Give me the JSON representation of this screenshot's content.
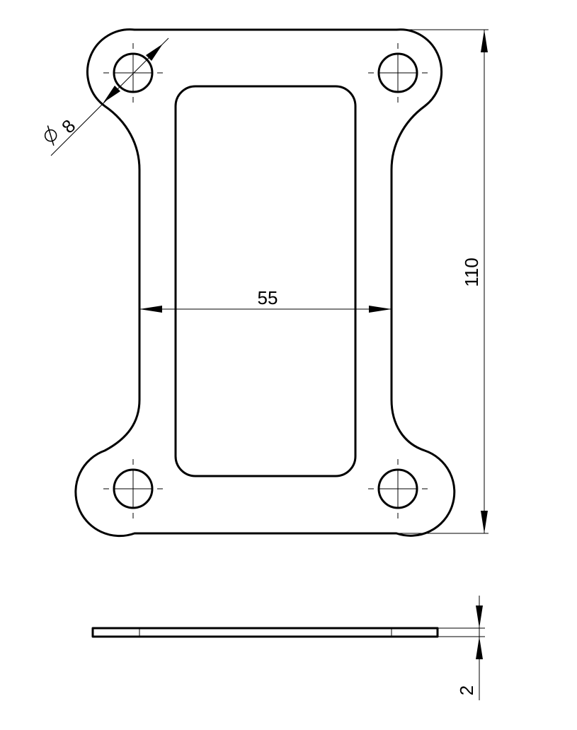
{
  "drawing": {
    "dimensions": {
      "hole_diameter": "8",
      "width": "55",
      "height": "110",
      "thickness": "2"
    },
    "symbols": {
      "diameter": "diameter-symbol-icon"
    },
    "colors": {
      "line": "#000000",
      "background": "#ffffff"
    }
  }
}
